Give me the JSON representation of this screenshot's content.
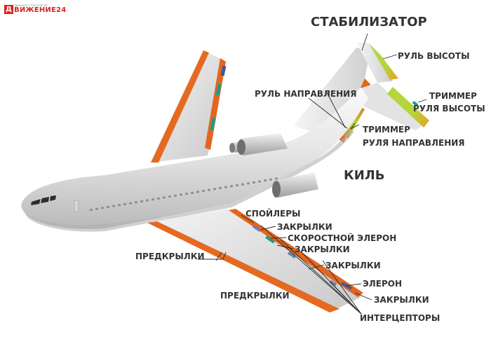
{
  "logo": {
    "mark": "Д",
    "brand": "ВИЖЕНИЕ24",
    "tagline": "Авиация и технологии"
  },
  "labels": {
    "stabilizer": "СТАБИЛИЗАТОР",
    "elevator": "РУЛЬ ВЫСОТЫ",
    "rudder": "РУЛЬ НАПРАВЛЕНИЯ",
    "elevator_trim_1": "ТРИММЕР",
    "elevator_trim_2": "РУЛЯ ВЫСОТЫ",
    "rudder_trim_1": "ТРИММЕР",
    "rudder_trim_2": "РУЛЯ НАПРАВЛЕНИЯ",
    "fin": "КИЛЬ",
    "spoilers": "СПОЙЛЕРЫ",
    "flaps_1": "ЗАКРЫЛКИ",
    "high_speed_aileron": "СКОРОСТНОЙ ЭЛЕРОН",
    "flaps_2": "ЗАКРЫЛКИ",
    "flaps_3": "ЗАКРЫЛКИ",
    "aileron": "ЭЛЕРОН",
    "flaps_4": "ЗАКРЫЛКИ",
    "interceptors": "ИНТЕРЦЕПТОРЫ",
    "slats_1": "ПРЕДКРЫЛКИ",
    "slats_2": "ПРЕДКРЫЛКИ"
  },
  "colors": {
    "control_orange": "#e2661f",
    "leading_orange": "#e46a22",
    "trim_green": "#b4d63c",
    "trim_teal": "#1f9a8a",
    "panel_blue": "#3a5a9a",
    "label_dark": "#333333",
    "logo_red": "#d8241f"
  }
}
